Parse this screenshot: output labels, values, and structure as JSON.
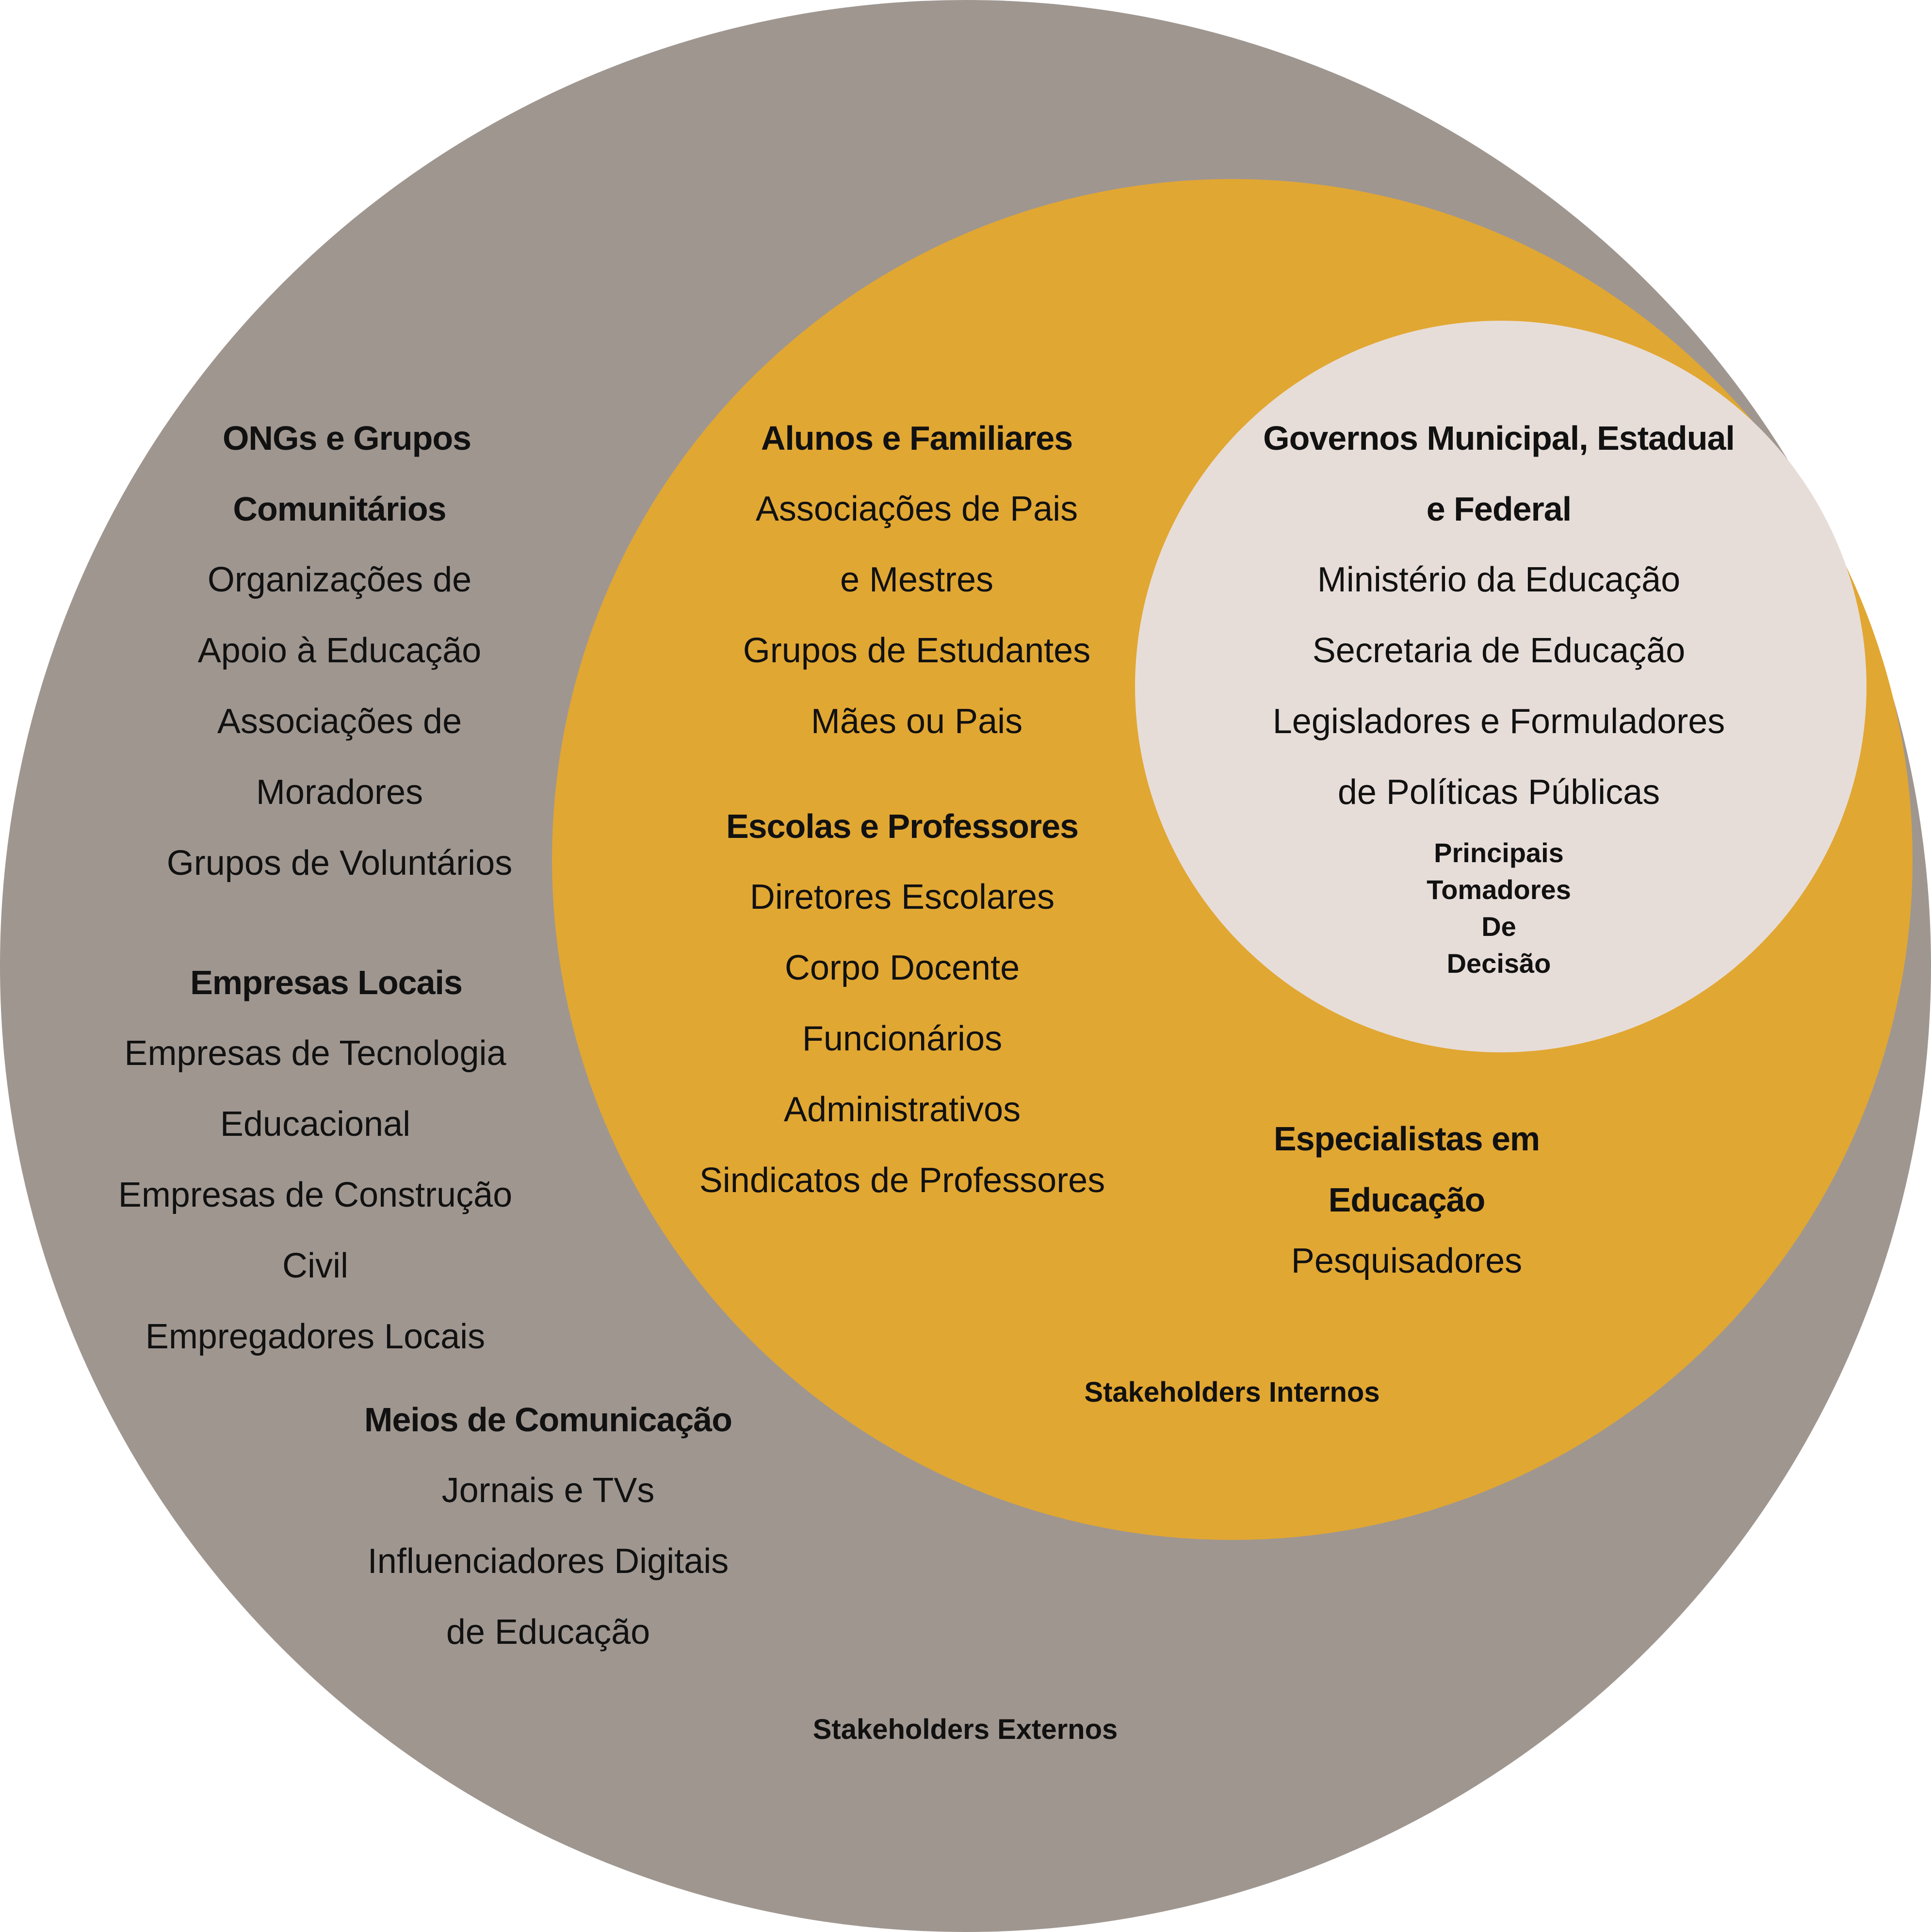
{
  "colors": {
    "outer": "#9f9690",
    "inner": "#e1a733",
    "core": "#e7ddd8",
    "text": "#111111"
  },
  "rings": {
    "outer_label": "Stakeholders Externos",
    "inner_label": "Stakeholders Internos",
    "core_label": [
      "Principais",
      "Tomadores",
      "De",
      "Decisão"
    ]
  },
  "groups": {
    "ongs": {
      "title": [
        "ONGs e Grupos",
        "Comunitários"
      ],
      "items": [
        "Organizações de",
        "Apoio à Educação",
        "Associações de",
        "Moradores",
        "Grupos de Voluntários"
      ]
    },
    "empresas": {
      "title": [
        "Empresas Locais"
      ],
      "items": [
        "Empresas de Tecnologia",
        "Educacional",
        "Empresas de Construção",
        "Civil",
        "Empregadores Locais"
      ]
    },
    "meios": {
      "title": [
        "Meios de Comunicação"
      ],
      "items": [
        "Jornais e TVs",
        "Influenciadores Digitais",
        "de Educação"
      ]
    },
    "alunos": {
      "title": [
        "Alunos e Familiares"
      ],
      "items": [
        "Associações de Pais",
        "e Mestres",
        "Grupos de Estudantes",
        "Mães ou Pais"
      ]
    },
    "escolas": {
      "title": [
        "Escolas e Professores"
      ],
      "items": [
        "Diretores Escolares",
        "Corpo Docente",
        "Funcionários",
        "Administrativos",
        "Sindicatos de Professores"
      ]
    },
    "governos": {
      "title": [
        "Governos Municipal, Estadual",
        "e Federal"
      ],
      "items": [
        "Ministério da Educação",
        "Secretaria de Educação",
        "Legisladores e Formuladores",
        "de Políticas Públicas"
      ]
    },
    "especialistas": {
      "title": [
        "Especialistas em",
        "Educação"
      ],
      "items": [
        "Pesquisadores"
      ]
    }
  }
}
